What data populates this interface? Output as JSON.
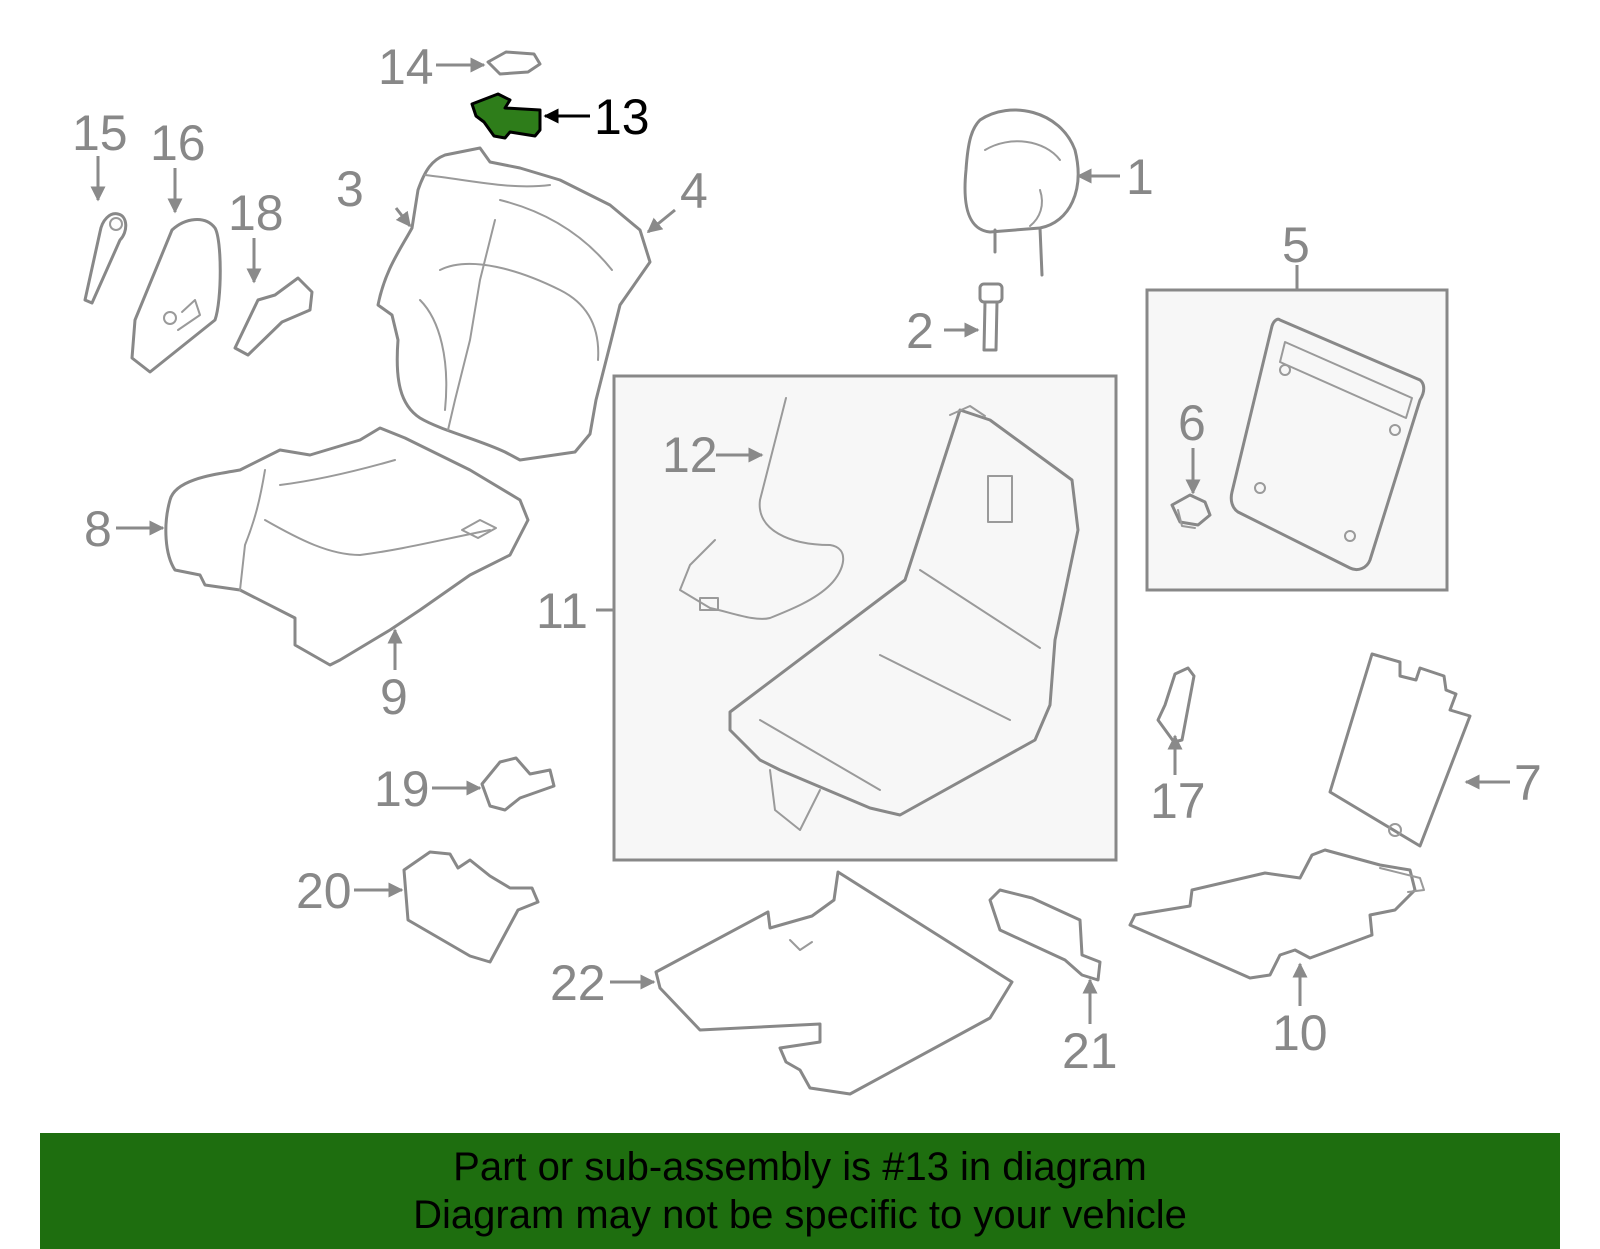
{
  "highlighted_part": "13",
  "colors": {
    "highlight": "#2e7d1a",
    "banner": "#1e6e0f",
    "part_stroke": "#888888",
    "callout_text": "#888888"
  },
  "callouts": [
    "1",
    "2",
    "3",
    "4",
    "5",
    "6",
    "7",
    "8",
    "9",
    "10",
    "11",
    "12",
    "13",
    "14",
    "15",
    "16",
    "17",
    "18",
    "19",
    "20",
    "21",
    "22"
  ],
  "banner": {
    "line1": "Part or sub-assembly is #13 in diagram",
    "line2": "Diagram may not be specific to your vehicle"
  }
}
